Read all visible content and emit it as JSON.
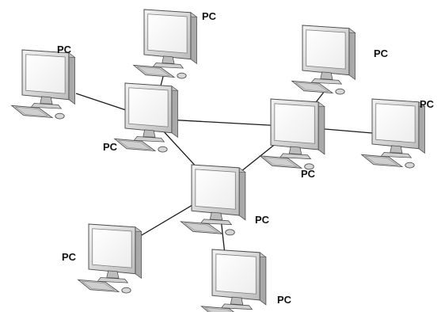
{
  "diagram": {
    "colors": {
      "link": "#1a1a1a",
      "monitor_frame": "#d9d9d9",
      "monitor_side": "#a9a9a9",
      "screen": "#ffffff",
      "keyboard": "#cfcfcf",
      "outline": "#4d4d4d"
    },
    "nodes": [
      {
        "id": "pc-top-left",
        "label": "PC",
        "icon": "desktop-computer-icon"
      },
      {
        "id": "pc-top-center",
        "label": "PC",
        "icon": "desktop-computer-icon"
      },
      {
        "id": "pc-hub-left",
        "label": "PC",
        "icon": "desktop-computer-icon"
      },
      {
        "id": "pc-top-right",
        "label": "PC",
        "icon": "desktop-computer-icon"
      },
      {
        "id": "pc-hub-right",
        "label": "PC",
        "icon": "desktop-computer-icon"
      },
      {
        "id": "pc-far-right",
        "label": "PC",
        "icon": "desktop-computer-icon"
      },
      {
        "id": "pc-hub-bottom",
        "label": "PC",
        "icon": "desktop-computer-icon"
      },
      {
        "id": "pc-bottom-left",
        "label": "PC",
        "icon": "desktop-computer-icon"
      },
      {
        "id": "pc-bottom-center",
        "label": "PC",
        "icon": "desktop-computer-icon"
      }
    ],
    "links": [
      [
        "pc-top-left",
        "pc-hub-left"
      ],
      [
        "pc-top-center",
        "pc-hub-left"
      ],
      [
        "pc-hub-left",
        "pc-hub-right"
      ],
      [
        "pc-hub-left",
        "pc-hub-bottom"
      ],
      [
        "pc-top-right",
        "pc-hub-right"
      ],
      [
        "pc-hub-right",
        "pc-far-right"
      ],
      [
        "pc-hub-right",
        "pc-hub-bottom"
      ],
      [
        "pc-hub-bottom",
        "pc-bottom-left"
      ],
      [
        "pc-hub-bottom",
        "pc-bottom-center"
      ]
    ]
  }
}
